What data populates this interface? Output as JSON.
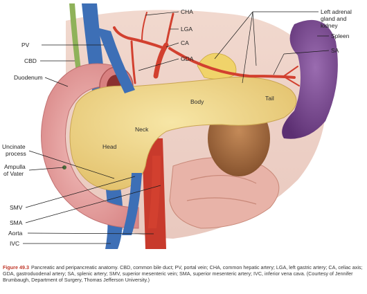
{
  "labels": {
    "left": {
      "pv": "PV",
      "cbd": "CBD",
      "duodenum": "Duodenum",
      "uncinate_1": "Uncinate",
      "uncinate_2": "process",
      "ampulla_1": "Ampulla",
      "ampulla_2": "of Vater",
      "smv": "SMV",
      "sma": "SMA",
      "aorta": "Aorta",
      "ivc": "IVC"
    },
    "top": {
      "cha": "CHA",
      "lga": "LGA",
      "ca": "CA",
      "gda": "GDA"
    },
    "right": {
      "adrenal_1": "Left adrenal",
      "adrenal_2": "gland and",
      "adrenal_3": "kidney",
      "spleen": "Spleen",
      "sa": "SA"
    },
    "inline": {
      "head": "Head",
      "neck": "Neck",
      "body": "Body",
      "tail": "Tail"
    }
  },
  "caption": {
    "figure_number": "Figure 49.3",
    "text": "Pancreatic and peripancreatic anatomy. CBD, common bile duct; PV, portal vein; CHA, common hepatic artery; LGA, left gastric artery; CA, celiac axis; GDA, gastroduodenal artery; SA, splenic artery; SMV, superior mesenteric vein; SMA, superior mesenteric artery; IVC, inferior vena cava. (Courtesy of Jennifer Brumbaugh, Department of Surgery, Thomas Jefferson University.)"
  },
  "colors": {
    "pancreas": "#f2d88c",
    "duodenum": "#e9a4a4",
    "vein_blue": "#3d6fb6",
    "artery_red": "#d2402f",
    "spleen": "#7b4a8f",
    "kidney": "#a46a3e",
    "adrenal": "#f0d36a",
    "bile_duct": "#8fb25a",
    "intestine": "#e8b3a8",
    "caption_accent": "#c0392b"
  }
}
